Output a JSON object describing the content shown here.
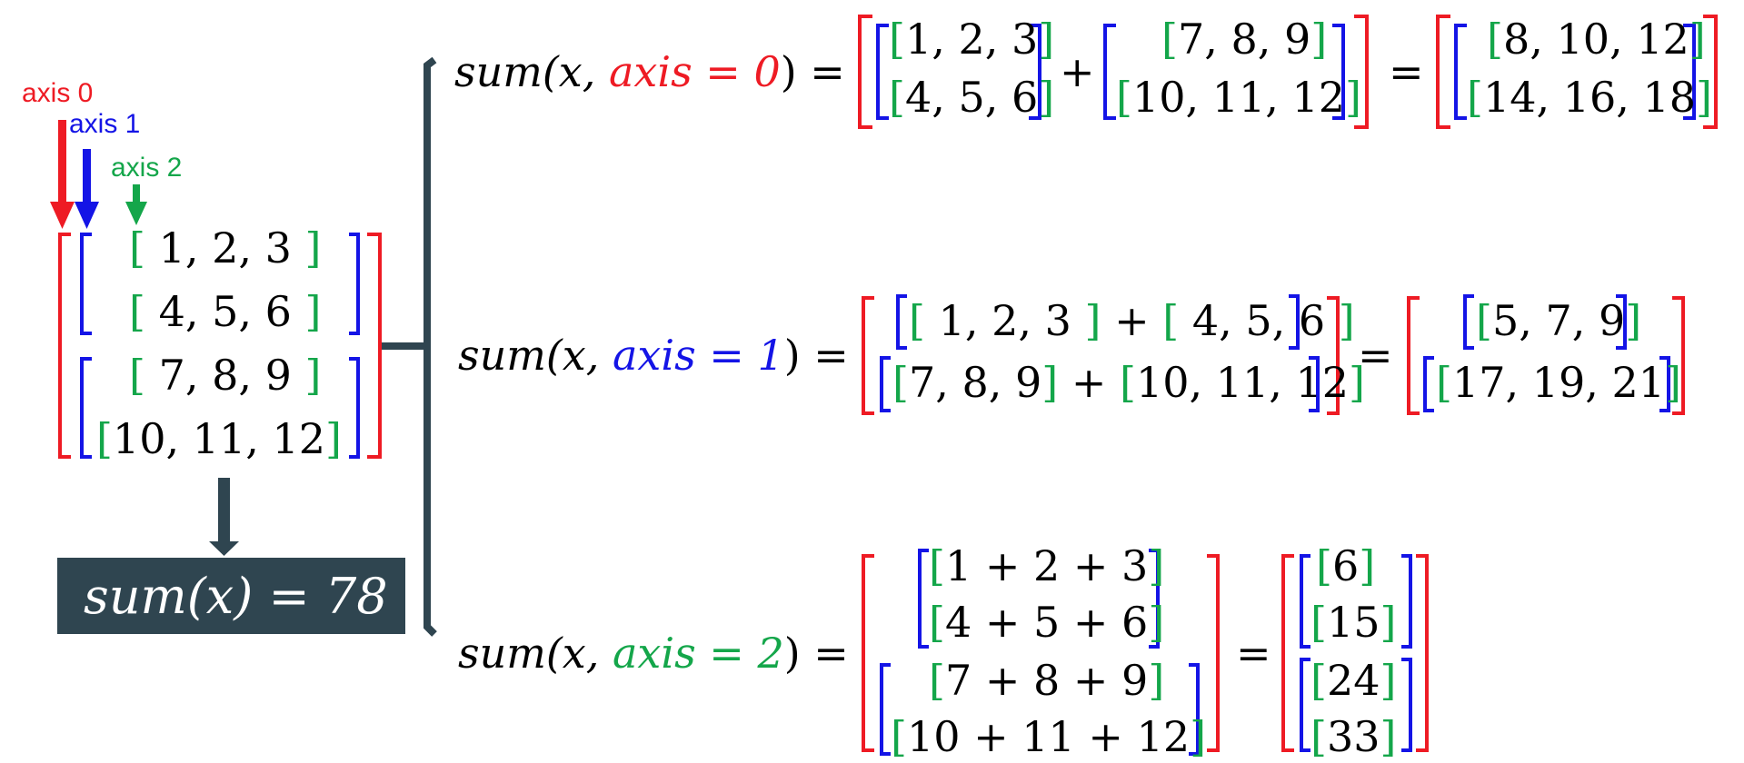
{
  "labels": {
    "axis0": "axis 0",
    "axis1": "axis 1",
    "axis2": "axis 2"
  },
  "source_matrix": {
    "rows": [
      "1, 2, 3",
      "4, 5, 6",
      "7, 8, 9",
      "10, 11, 12"
    ]
  },
  "total": {
    "text": "sum(x) = 78"
  },
  "sum_axis0": {
    "lhs_prefix": "sum(x, ",
    "lhs_axis": "axis = 0",
    "lhs_suffix": ") =",
    "left_rows": [
      "1, 2, 3",
      "4, 5, 6"
    ],
    "plus": "+",
    "right_rows": [
      "7, 8, 9",
      "10, 11, 12"
    ],
    "equals": "=",
    "result_rows": [
      "8, 10, 12",
      "14, 16, 18"
    ]
  },
  "sum_axis1": {
    "lhs_prefix": "sum(x, ",
    "lhs_axis": "axis = 1",
    "lhs_suffix": ") =",
    "row1_a": "1, 2, 3",
    "row1_b": "4, 5, 6",
    "row2_a": "7, 8, 9",
    "row2_b": "10, 11, 12",
    "plus": "+",
    "equals": "=",
    "result_rows": [
      "5, 7, 9",
      "17, 19, 21"
    ]
  },
  "sum_axis2": {
    "lhs_prefix": "sum(x, ",
    "lhs_axis": "axis = 2",
    "lhs_suffix": ") =",
    "rows": [
      "1 + 2 + 3",
      "4 + 5 + 6",
      "7 + 8 + 9",
      "10 + 11 + 12"
    ],
    "equals": "=",
    "result_rows": [
      "6",
      "15",
      "24",
      "33"
    ]
  },
  "colors": {
    "axis0": "#ee1b24",
    "axis1": "#1414e6",
    "axis2": "#14a64a",
    "dark": "#2f4550"
  }
}
